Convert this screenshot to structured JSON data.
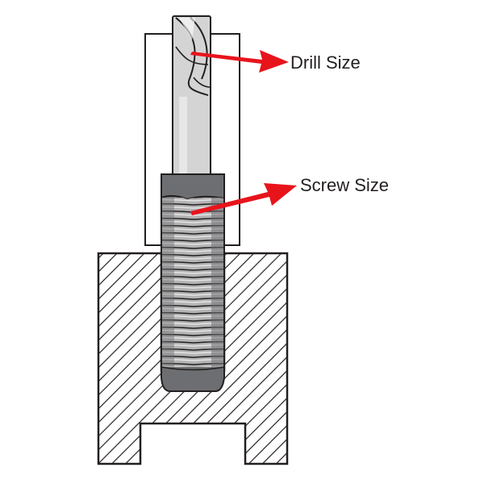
{
  "labels": {
    "drill_size": "Drill Size",
    "screw_size": "Screw Size"
  },
  "colors": {
    "outline": "#231f20",
    "hatch": "#231f20",
    "arrow": "#e8141c",
    "screw_dark": "#6d6e71",
    "screw_light": "#b3b3b3",
    "drill_body": "#d4d4d4",
    "background": "#ffffff"
  },
  "icons": {
    "drill_callout": "red-arrow",
    "screw_callout": "red-arrow"
  }
}
